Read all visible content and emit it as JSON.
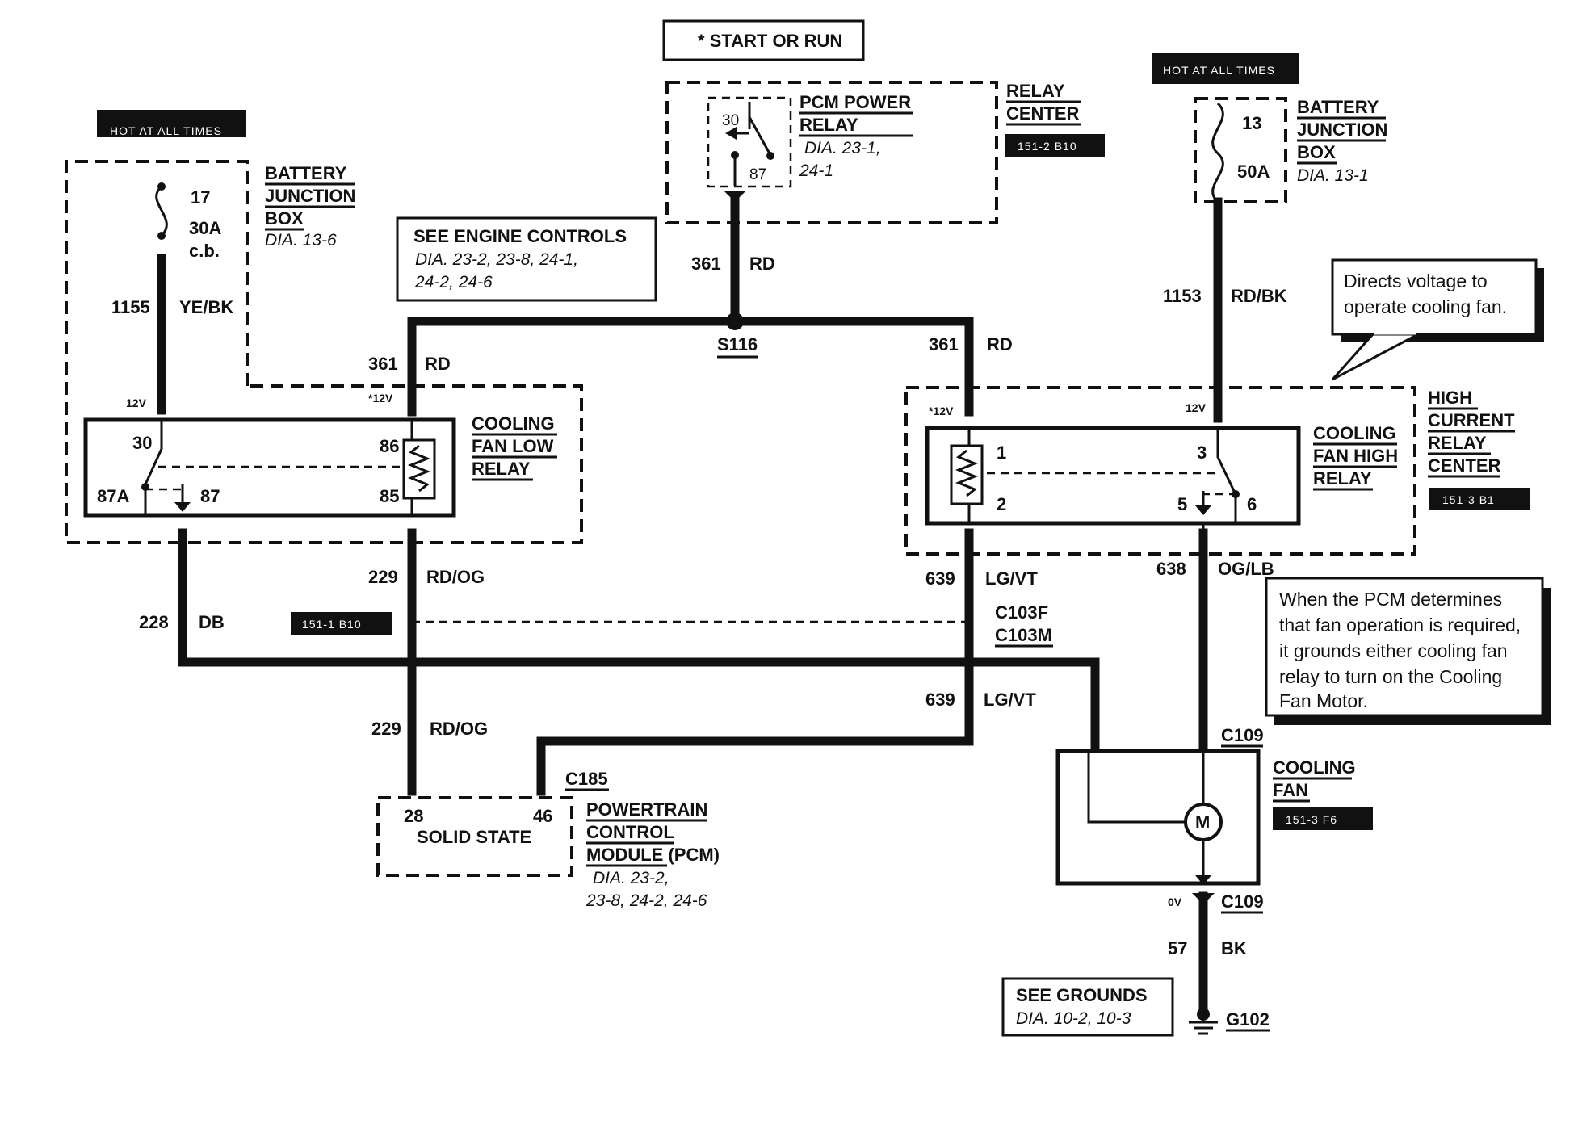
{
  "start_run": "* START OR RUN",
  "hot_left": "HOT AT ALL TIMES",
  "hot_right": "HOT AT ALL TIMES",
  "relay_center": {
    "line1": "RELAY",
    "line2": "CENTER",
    "ref": "151-2 B10"
  },
  "pcm_power_relay": {
    "line1": "PCM POWER",
    "line2": "RELAY",
    "dia1": "DIA. 23-1,",
    "dia2": "24-1",
    "pin30": "30",
    "pin87": "87"
  },
  "bjb_left": {
    "line1": "BATTERY",
    "line2": "JUNCTION",
    "line3": "BOX",
    "dia": "DIA. 13-6",
    "pin": "17",
    "fuse1": "30A",
    "fuse2": "c.b."
  },
  "bjb_right": {
    "line1": "BATTERY",
    "line2": "JUNCTION",
    "line3": "BOX",
    "dia": "DIA. 13-1",
    "pin": "13",
    "fuse": "50A"
  },
  "engine_controls": {
    "line1": "SEE ENGINE CONTROLS",
    "line2": "DIA. 23-2, 23-8, 24-1,",
    "line3": "24-2, 24-6"
  },
  "wires": {
    "w361_top": {
      "num": "361",
      "color": "RD"
    },
    "w361_left": {
      "num": "361",
      "color": "RD"
    },
    "w361_right": {
      "num": "361",
      "color": "RD"
    },
    "w1155": {
      "num": "1155",
      "color": "YE/BK"
    },
    "w1153": {
      "num": "1153",
      "color": "RD/BK"
    },
    "w229_top": {
      "num": "229",
      "color": "RD/OG"
    },
    "w229_bot": {
      "num": "229",
      "color": "RD/OG"
    },
    "w228": {
      "num": "228",
      "color": "DB"
    },
    "w639_top": {
      "num": "639",
      "color": "LG/VT"
    },
    "w639_bot": {
      "num": "639",
      "color": "LG/VT"
    },
    "w638": {
      "num": "638",
      "color": "OG/LB"
    },
    "w57": {
      "num": "57",
      "color": "BK"
    }
  },
  "splice": "S116",
  "low_relay": {
    "line1": "COOLING",
    "line2": "FAN LOW",
    "line3": "RELAY",
    "p30": "30",
    "p86": "86",
    "p87a": "87A",
    "p87": "87",
    "p85": "85",
    "v12": "12V",
    "v12s": "*12V"
  },
  "high_relay": {
    "line1": "COOLING",
    "line2": "FAN HIGH",
    "line3": "RELAY",
    "p1": "1",
    "p2": "2",
    "p3": "3",
    "p5": "5",
    "p6": "6",
    "v12s": "*12V",
    "v12": "12V"
  },
  "hcrc": {
    "line1": "HIGH",
    "line2": "CURRENT",
    "line3": "RELAY",
    "line4": "CENTER",
    "ref": "151-3 B1"
  },
  "ref_151_1": "151-1 B10",
  "c103f": "C103F",
  "c103m": "C103M",
  "note1": {
    "line1": "Directs voltage to",
    "line2": "operate cooling fan."
  },
  "note2": {
    "line1": "When the PCM determines",
    "line2": "that fan operation is required,",
    "line3": "it grounds either cooling fan",
    "line4": "relay to turn on the Cooling",
    "line5": "Fan Motor."
  },
  "c109_top": "C109",
  "c109_bot": "C109",
  "c185": "C185",
  "cooling_fan": {
    "line1": "COOLING",
    "line2": "FAN",
    "ref": "151-3 F6",
    "motor": "M"
  },
  "pcm": {
    "pin28": "28",
    "pin46": "46",
    "state": "SOLID STATE",
    "line1": "POWERTRAIN",
    "line2": "CONTROL",
    "line3": "MODULE (PCM)",
    "dia1": "DIA. 23-2,",
    "dia2": "23-8, 24-2, 24-6"
  },
  "ov": "0V",
  "grounds": {
    "line1": "SEE GROUNDS",
    "line2": "DIA. 10-2, 10-3",
    "g": "G102"
  }
}
